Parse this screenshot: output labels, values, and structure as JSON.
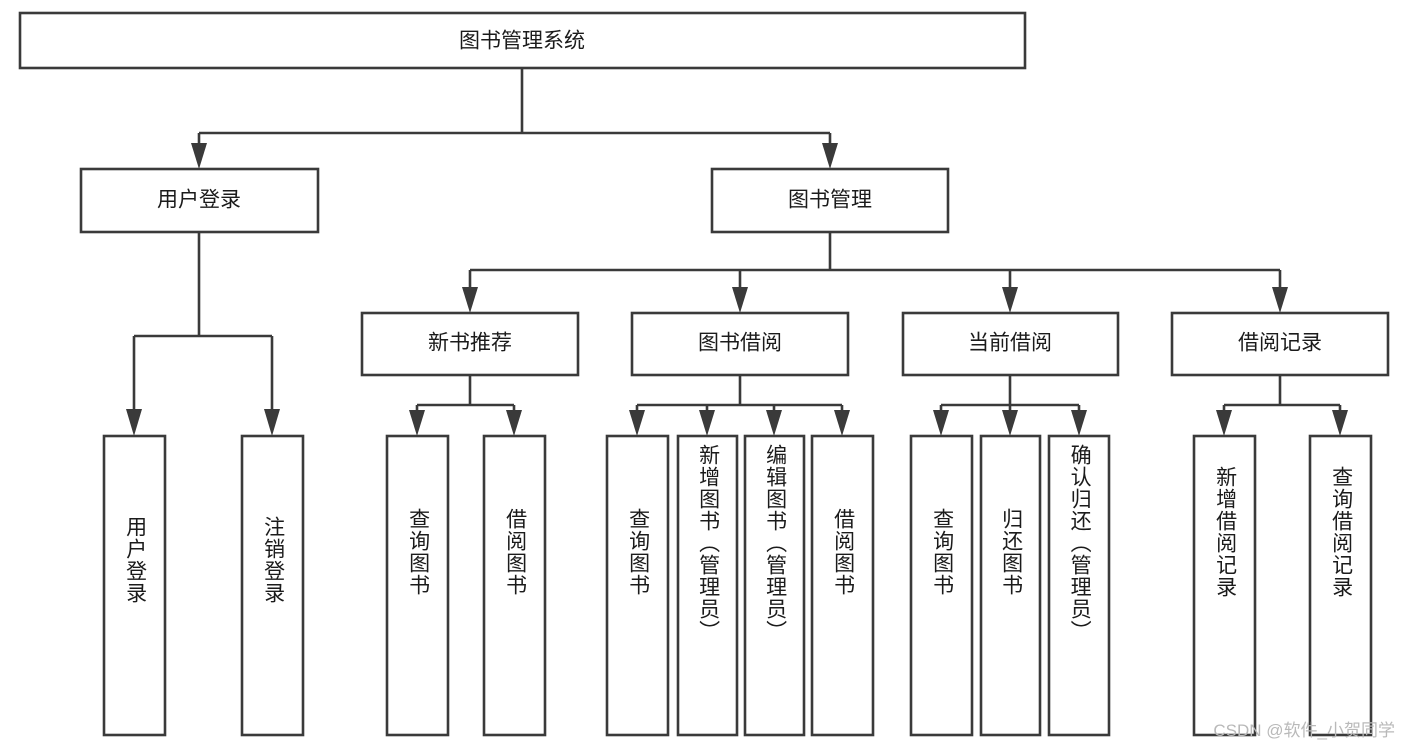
{
  "diagram": {
    "type": "tree",
    "title": "图书管理系统",
    "watermark": "CSDN @软件_小贺同学",
    "root": {
      "id": "root",
      "label": "图书管理系统",
      "orientation": "horizontal"
    },
    "level2": [
      {
        "id": "user-login",
        "label": "用户登录",
        "orientation": "horizontal"
      },
      {
        "id": "book-manage",
        "label": "图书管理",
        "orientation": "horizontal"
      }
    ],
    "level3": [
      {
        "id": "new-book-recommend",
        "label": "新书推荐",
        "parent": "book-manage",
        "orientation": "horizontal"
      },
      {
        "id": "book-borrow",
        "label": "图书借阅",
        "parent": "book-manage",
        "orientation": "horizontal"
      },
      {
        "id": "current-borrow",
        "label": "当前借阅",
        "parent": "book-manage",
        "orientation": "horizontal"
      },
      {
        "id": "borrow-record",
        "label": "借阅记录",
        "parent": "book-manage",
        "orientation": "horizontal"
      }
    ],
    "leaves": [
      {
        "id": "leaf-user-login",
        "label": "用户登录",
        "parent": "user-login",
        "orientation": "vertical"
      },
      {
        "id": "leaf-user-logout",
        "label": "注销登录",
        "parent": "user-login",
        "orientation": "vertical"
      },
      {
        "id": "leaf-query-book-1",
        "label": "查询图书",
        "parent": "new-book-recommend",
        "orientation": "vertical"
      },
      {
        "id": "leaf-borrow-book-1",
        "label": "借阅图书",
        "parent": "new-book-recommend",
        "orientation": "vertical"
      },
      {
        "id": "leaf-query-book-2",
        "label": "查询图书",
        "parent": "book-borrow",
        "orientation": "vertical"
      },
      {
        "id": "leaf-add-book",
        "label": "新增图书（管理员）",
        "parent": "book-borrow",
        "orientation": "vertical"
      },
      {
        "id": "leaf-edit-book",
        "label": "编辑图书（管理员）",
        "parent": "book-borrow",
        "orientation": "vertical"
      },
      {
        "id": "leaf-borrow-book-2",
        "label": "借阅图书",
        "parent": "book-borrow",
        "orientation": "vertical"
      },
      {
        "id": "leaf-query-book-3",
        "label": "查询图书",
        "parent": "current-borrow",
        "orientation": "vertical"
      },
      {
        "id": "leaf-return-book",
        "label": "归还图书",
        "parent": "current-borrow",
        "orientation": "vertical"
      },
      {
        "id": "leaf-confirm-return",
        "label": "确认归还（管理员）",
        "parent": "current-borrow",
        "orientation": "vertical"
      },
      {
        "id": "leaf-add-record",
        "label": "新增借阅记录",
        "parent": "borrow-record",
        "orientation": "vertical"
      },
      {
        "id": "leaf-query-record",
        "label": "查询借阅记录",
        "parent": "borrow-record",
        "orientation": "vertical"
      }
    ],
    "colors": {
      "stroke": "#3a3a3a",
      "fill": "#ffffff",
      "text": "#1b1b1b",
      "watermark": "#b9b9b9",
      "background": "#ffffff"
    }
  }
}
